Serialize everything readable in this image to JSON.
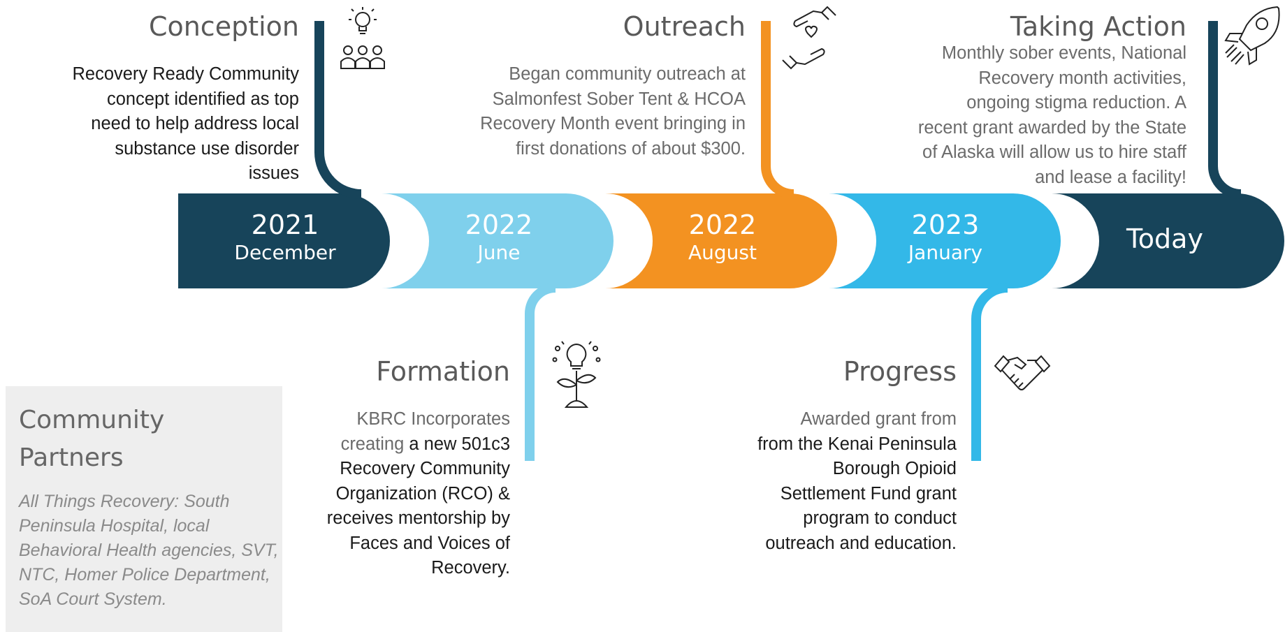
{
  "colors": {
    "navy": "#17445a",
    "light_blue": "#7fd0ec",
    "orange": "#f39221",
    "sky_blue": "#33b8e8"
  },
  "timeline": [
    {
      "year": "2021",
      "month": "December",
      "color": "#17445a"
    },
    {
      "year": "2022",
      "month": "June",
      "color": "#7fd0ec"
    },
    {
      "year": "2022",
      "month": "August",
      "color": "#f39221"
    },
    {
      "year": "2023",
      "month": "January",
      "color": "#33b8e8"
    },
    {
      "year": "Today",
      "month": "",
      "color": "#17445a"
    }
  ],
  "milestones": {
    "conception": {
      "title": "Conception",
      "icon": "team-lightbulb-icon",
      "lines": [
        "Recovery Ready Community",
        "concept identified as top",
        "need to help address local",
        "substance use disorder",
        "issues"
      ]
    },
    "formation": {
      "title": "Formation",
      "icon": "growing-plant-lightbulb-icon",
      "lines_grey": [
        "KBRC Incorporates",
        "creating"
      ],
      "inline_dark": "a new 501c3",
      "lines": [
        "Recovery Community",
        "Organization (RCO) &",
        "receives mentorship by",
        "Faces and Voices of",
        "Recovery."
      ]
    },
    "outreach": {
      "title": "Outreach",
      "icon": "hands-giving-heart-icon",
      "lines": [
        "Began community outreach at",
        "Salmonfest Sober Tent & HCOA",
        "Recovery Month event bringing  in",
        "first donations of about $300."
      ]
    },
    "progress": {
      "title": "Progress",
      "icon": "handshake-icon",
      "line_grey": "Awarded grant from",
      "lines": [
        "from the Kenai Peninsula",
        "Borough Opioid",
        "Settlement Fund grant",
        "program to conduct",
        "outreach and education."
      ]
    },
    "taking_action": {
      "title": "Taking Action",
      "icon": "rocket-icon",
      "lines": [
        "Monthly sober events, National",
        "Recovery month activities,",
        "ongoing stigma reduction. A",
        "recent  grant awarded by the State",
        "of Alaska will allow us to hire staff",
        "and lease a facility!"
      ]
    }
  },
  "community_partners": {
    "title_line1": "Community",
    "title_line2": "Partners",
    "body": "All Things Recovery: South Peninsula Hospital, local Behavioral Health agencies, SVT, NTC, Homer Police Department, SoA Court System."
  }
}
